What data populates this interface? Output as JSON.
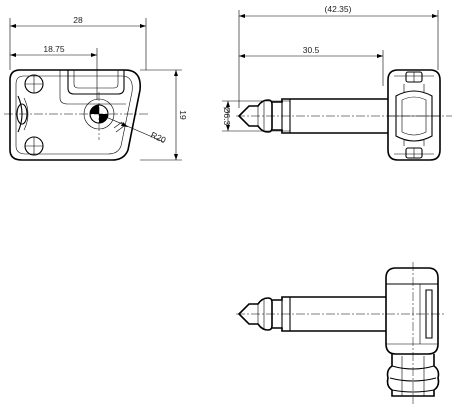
{
  "drawing": {
    "colors": {
      "line": "#000000",
      "background": "#ffffff",
      "text": "#222222"
    },
    "dimensions": {
      "front_width": "28",
      "front_offset": "18.75",
      "front_height": "19",
      "front_radius": "R20",
      "side_total_length": "(42.35)",
      "side_plug_length": "30.5",
      "side_plug_diameter": "Ø6.3"
    }
  }
}
